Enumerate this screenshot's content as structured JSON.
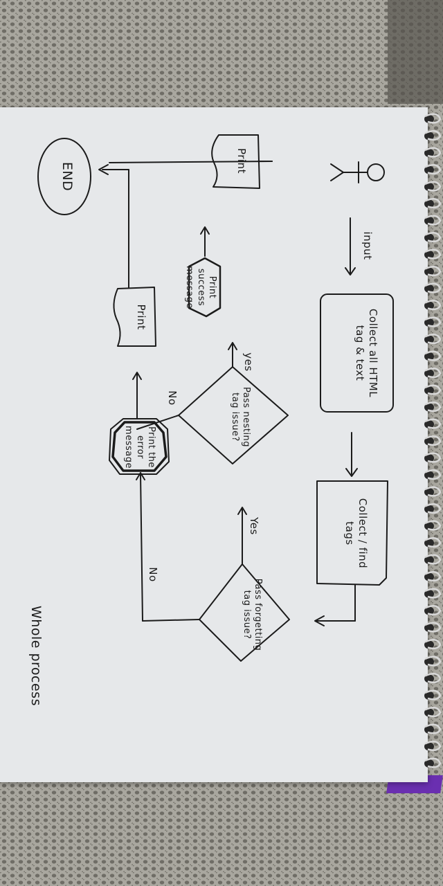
{
  "diagram": {
    "title": "Whole process",
    "actor": {
      "input_label": "input"
    },
    "nodes": {
      "collect_all": "Collect all HTML tag & text",
      "collect_find": "Collect / find tags",
      "forgetting_check": "Pass forgetting tag issue?",
      "nesting_check": "Pass nesting tag issue?",
      "print_success": "Print success message",
      "print_error": "Print the error message",
      "print_a": "Print",
      "print_b": "Print",
      "end": "END"
    },
    "edge_labels": {
      "forgetting_yes": "Yes",
      "forgetting_no": "No",
      "nesting_yes": "yes",
      "nesting_no": "No"
    }
  },
  "colors": {
    "paper": "#e6e8ea",
    "ink": "#1b1b1b",
    "background": "#8f8d86",
    "cover": "#6a2fb0"
  }
}
